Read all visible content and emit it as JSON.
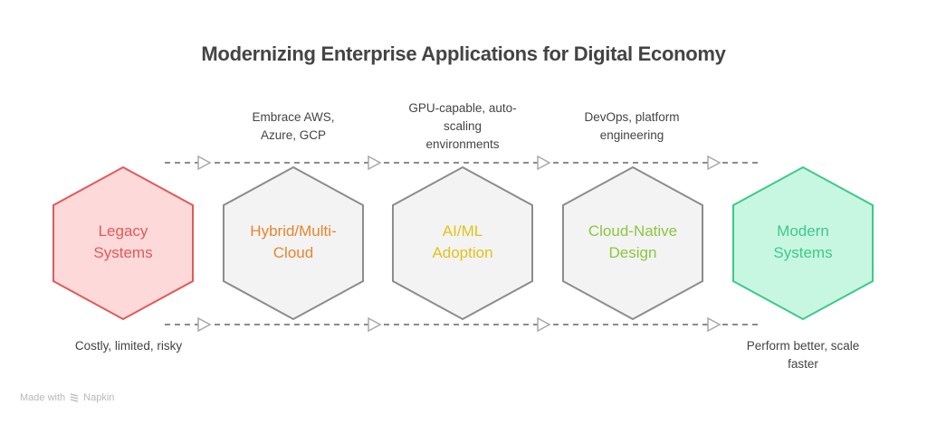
{
  "title": "Modernizing Enterprise Applications for Digital Economy",
  "stages": [
    {
      "label": "Legacy Systems",
      "lines": [
        "Legacy",
        "Systems"
      ],
      "fill": "#fdd9d9",
      "stroke": "#e05a5a",
      "text_color": "#e05a5a"
    },
    {
      "label": "Hybrid/Multi-Cloud",
      "lines": [
        "Hybrid/Multi-",
        "Cloud"
      ],
      "fill": "#f3f3f3",
      "stroke": "#8c8c8c",
      "text_color": "#e8852e"
    },
    {
      "label": "AI/ML Adoption",
      "lines": [
        "AI/ML",
        "Adoption"
      ],
      "fill": "#f3f3f3",
      "stroke": "#8c8c8c",
      "text_color": "#e2c21a"
    },
    {
      "label": "Cloud-Native Design",
      "lines": [
        "Cloud-Native",
        "Design"
      ],
      "fill": "#f3f3f3",
      "stroke": "#8c8c8c",
      "text_color": "#8cc63f"
    },
    {
      "label": "Modern Systems",
      "lines": [
        "Modern",
        "Systems"
      ],
      "fill": "#c8f7e1",
      "stroke": "#3dc98a",
      "text_color": "#3dc98a"
    }
  ],
  "top_notes": [
    {
      "lines": [
        "Embrace AWS,",
        "Azure, GCP"
      ]
    },
    {
      "lines": [
        "GPU-capable, auto-",
        "scaling",
        "environments"
      ]
    },
    {
      "lines": [
        "DevOps, platform",
        "engineering"
      ]
    }
  ],
  "bottom_notes": {
    "left": {
      "lines": [
        "Costly, limited, risky"
      ]
    },
    "right": {
      "lines": [
        "Perform better, scale",
        "faster"
      ]
    }
  },
  "connector_color": "#666666",
  "arrow_color": "#a8a8a8",
  "footer": {
    "made_with": "Made with",
    "brand": "Napkin"
  }
}
